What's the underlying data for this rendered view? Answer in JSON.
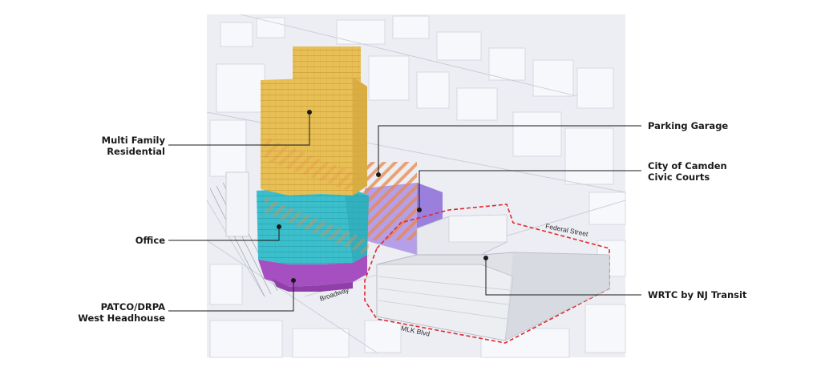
{
  "callouts": {
    "multi_family": "Multi Family\nResidential",
    "office": "Office",
    "patco": "PATCO/DRPA\nWest Headhouse",
    "parking": "Parking Garage",
    "civic": "City of Camden\nCivic Courts",
    "wrtc": "WRTC by NJ Transit"
  },
  "streets": {
    "federal": "Federal Street",
    "broadway": "Broadway",
    "mlk": "MLK Blvd"
  },
  "colors": {
    "residential": "#e8bf55",
    "office": "#3cbfcc",
    "station": "#a64fc0",
    "civic": "#a98de6",
    "parking_hatch": "#e8874a",
    "boundary": "#e0282f",
    "context": "#e6e8ee"
  }
}
